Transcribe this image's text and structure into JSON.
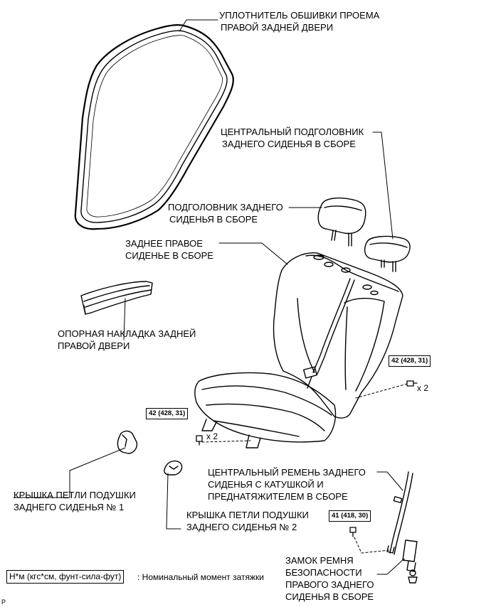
{
  "labels": {
    "door_seal": [
      "УПЛОТНИТЕЛЬ ОБШИВКИ ПРОЕМА",
      "ПРАВОЙ ЗАДНЕЙ ДВЕРИ"
    ],
    "center_headrest": [
      "ЦЕНТРАЛЬНЫЙ ПОДГОЛОВНИК",
      "ЗАДНЕГО СИДЕНЬЯ В СБОРЕ"
    ],
    "headrest": [
      "ПОДГОЛОВНИК ЗАДНЕГО",
      "СИДЕНЬЯ В СБОРЕ"
    ],
    "rear_seat": [
      "ЗАДНЕЕ ПРАВОЕ",
      "СИДЕНЬЕ В СБОРЕ"
    ],
    "scuff_plate": [
      "ОПОРНАЯ НАКЛАДКА ЗАДНЕЙ",
      "ПРАВОЙ ДВЕРИ"
    ],
    "hinge_cover_1": [
      "КРЫШКА ПЕТЛИ ПОДУШКИ",
      "ЗАДНЕГО СИДЕНЬЯ № 1"
    ],
    "hinge_cover_2": [
      "КРЫШКА ПЕТЛИ ПОДУШКИ",
      "ЗАДНЕГО СИДЕНЬЯ № 2"
    ],
    "center_belt": [
      "ЦЕНТРАЛЬНЫЙ РЕМЕНЬ ЗАДНЕГО",
      "СИДЕНЬЯ С КАТУШКОЙ И",
      "ПРЕДНАТЯЖИТЕЛЕМ В СБОРЕ"
    ],
    "buckle": [
      "ЗАМОК РЕМНЯ",
      "БЕЗОПАСНОСТИ",
      "ПРАВОГО ЗАДНЕГО",
      "СИДЕНЬЯ В СБОРЕ"
    ]
  },
  "torques": {
    "right": "42 (428, 31)",
    "left": "42 (428, 31)",
    "buckle": "41 (418, 30)"
  },
  "quantities": {
    "right": "x 2",
    "left": "x 2"
  },
  "legend": {
    "unit_box": "Н*м (кгс*см, фунт-сила-фут)",
    "description": ": Номинальный момент затяжки"
  },
  "corner_mark": "P"
}
